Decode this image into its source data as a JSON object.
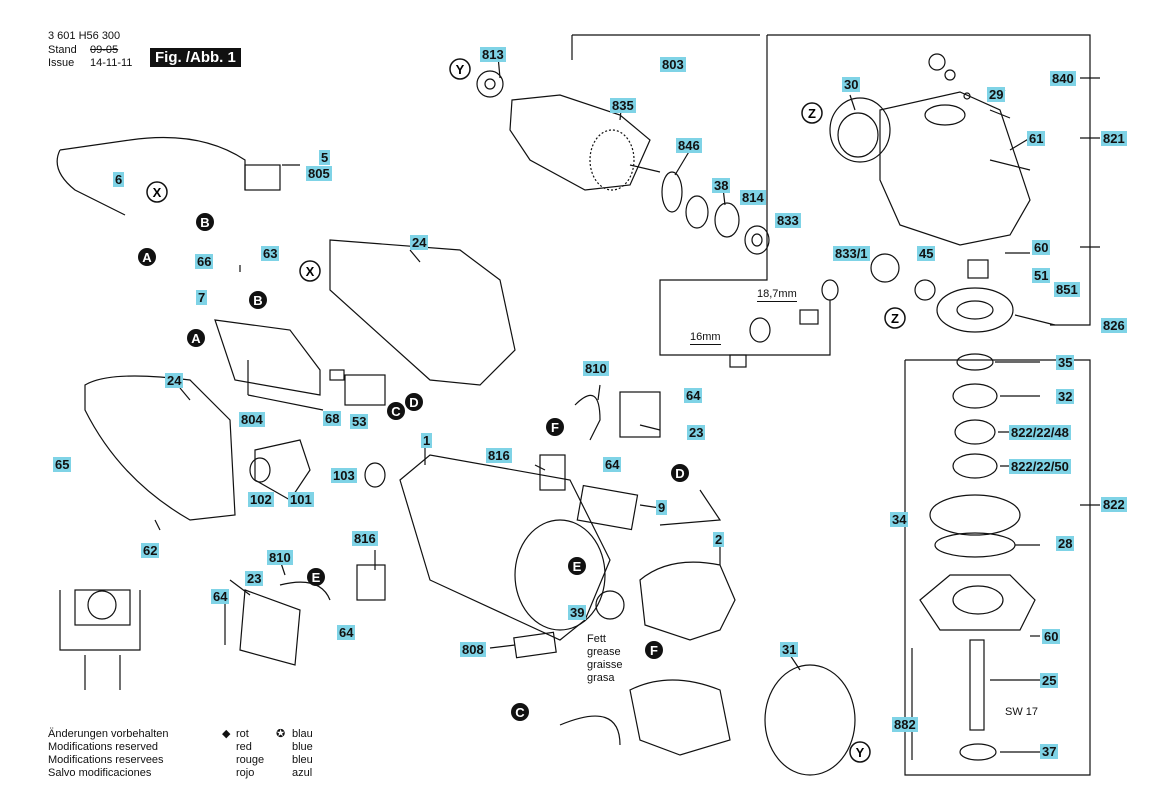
{
  "header": {
    "part_number": "3 601 H56 300",
    "stand_label": "Stand",
    "stand_value": "09-05",
    "issue_label": "Issue",
    "issue_value": "14-11-11",
    "fig_title": "Fig. /Abb. 1"
  },
  "labels": [
    {
      "id": "813",
      "text": "813"
    },
    {
      "id": "803",
      "text": "803"
    },
    {
      "id": "835",
      "text": "835"
    },
    {
      "id": "846",
      "text": "846"
    },
    {
      "id": "38",
      "text": "38"
    },
    {
      "id": "814",
      "text": "814"
    },
    {
      "id": "833",
      "text": "833"
    },
    {
      "id": "833-1",
      "text": "833/1"
    },
    {
      "id": "45",
      "text": "45"
    },
    {
      "id": "30",
      "text": "30"
    },
    {
      "id": "29",
      "text": "29"
    },
    {
      "id": "840",
      "text": "840"
    },
    {
      "id": "61",
      "text": "61"
    },
    {
      "id": "821",
      "text": "821"
    },
    {
      "id": "60a",
      "text": "60"
    },
    {
      "id": "51",
      "text": "51"
    },
    {
      "id": "851",
      "text": "851"
    },
    {
      "id": "826",
      "text": "826"
    },
    {
      "id": "35",
      "text": "35"
    },
    {
      "id": "32",
      "text": "32"
    },
    {
      "id": "822-22-48",
      "text": "822/22/48"
    },
    {
      "id": "822-22-50",
      "text": "822/22/50"
    },
    {
      "id": "822",
      "text": "822"
    },
    {
      "id": "34",
      "text": "34"
    },
    {
      "id": "28",
      "text": "28"
    },
    {
      "id": "60b",
      "text": "60"
    },
    {
      "id": "25",
      "text": "25"
    },
    {
      "id": "882",
      "text": "882"
    },
    {
      "id": "37",
      "text": "37"
    },
    {
      "id": "5",
      "text": "5"
    },
    {
      "id": "805",
      "text": "805"
    },
    {
      "id": "6",
      "text": "6"
    },
    {
      "id": "24a",
      "text": "24"
    },
    {
      "id": "66",
      "text": "66"
    },
    {
      "id": "63",
      "text": "63"
    },
    {
      "id": "7",
      "text": "7"
    },
    {
      "id": "24b",
      "text": "24"
    },
    {
      "id": "804",
      "text": "804"
    },
    {
      "id": "68",
      "text": "68"
    },
    {
      "id": "53",
      "text": "53"
    },
    {
      "id": "65",
      "text": "65"
    },
    {
      "id": "102",
      "text": "102"
    },
    {
      "id": "101",
      "text": "101"
    },
    {
      "id": "62",
      "text": "62"
    },
    {
      "id": "1",
      "text": "1"
    },
    {
      "id": "103",
      "text": "103"
    },
    {
      "id": "810a",
      "text": "810"
    },
    {
      "id": "64a",
      "text": "64"
    },
    {
      "id": "23a",
      "text": "23"
    },
    {
      "id": "816a",
      "text": "816"
    },
    {
      "id": "64b",
      "text": "64"
    },
    {
      "id": "9",
      "text": "9"
    },
    {
      "id": "2",
      "text": "2"
    },
    {
      "id": "816b",
      "text": "816"
    },
    {
      "id": "810b",
      "text": "810"
    },
    {
      "id": "23b",
      "text": "23"
    },
    {
      "id": "64c",
      "text": "64"
    },
    {
      "id": "64d",
      "text": "64"
    },
    {
      "id": "39",
      "text": "39"
    },
    {
      "id": "808",
      "text": "808"
    },
    {
      "id": "31",
      "text": "31"
    }
  ],
  "dimensions": {
    "d1": "18,7mm",
    "d2": "16mm"
  },
  "grease": [
    "Fett",
    "grease",
    "graisse",
    "grasa"
  ],
  "wrench": "SW 17",
  "callouts": {
    "X": "X",
    "Y": "Y",
    "Z": "Z",
    "A": "A",
    "B": "B",
    "C": "C",
    "D": "D",
    "E": "E",
    "F": "F"
  },
  "footer": {
    "changes": [
      "Änderungen vorbehalten",
      "Modifications reserved",
      "Modifications reservees",
      "Salvo modificaciones"
    ],
    "red_symbol": "◆",
    "red": [
      "rot",
      "red",
      "rouge",
      "rojo"
    ],
    "blue_symbol": "✪",
    "blue": [
      "blau",
      "blue",
      "bleu",
      "azul"
    ]
  },
  "colors": {
    "label_bg": "#7fd3e6",
    "line": "#111111"
  }
}
